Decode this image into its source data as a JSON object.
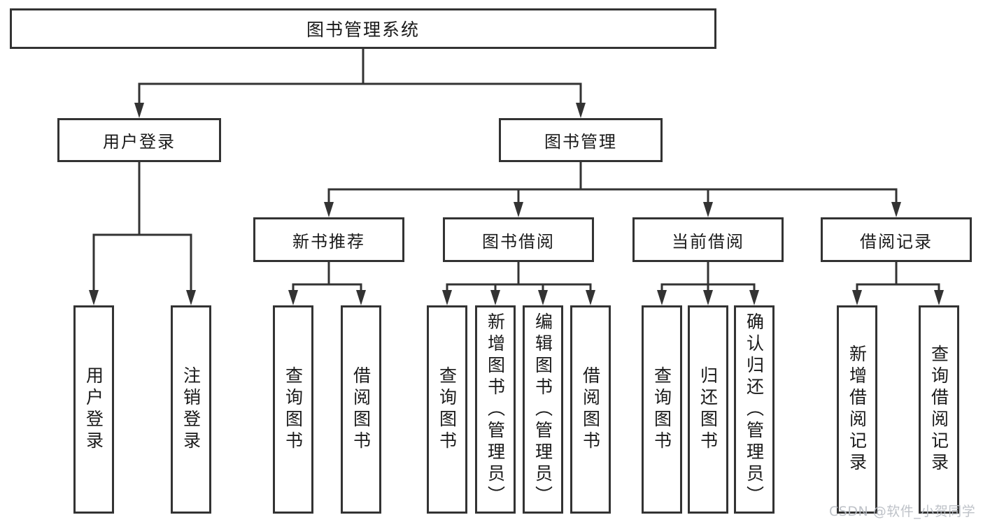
{
  "diagram": {
    "kind": "functional-structure-tree",
    "hierarchy": {
      "图书管理系统": {
        "用户登录": [
          "用户登录",
          "注销登录"
        ],
        "图书管理": {
          "新书推荐": [
            "查询图书",
            "借阅图书"
          ],
          "图书借阅": [
            "查询图书",
            "新增图书（管理员）",
            "编辑图书（管理员）",
            "借阅图书"
          ],
          "当前借阅": [
            "查询图书",
            "归还图书",
            "确认归还（管理员）"
          ],
          "借阅记录": [
            "新增借阅记录",
            "查询借阅记录"
          ]
        }
      }
    }
  },
  "nodes": {
    "root": {
      "label": "图书管理系统"
    },
    "user_login": {
      "label": "用户登录"
    },
    "book_mgmt": {
      "label": "图书管理"
    },
    "new_book": {
      "label": "新书推荐"
    },
    "book_borrow": {
      "label": "图书借阅"
    },
    "current_borrow": {
      "label": "当前借阅"
    },
    "borrow_record": {
      "label": "借阅记录"
    },
    "ul_login": {
      "label": "用户登录"
    },
    "ul_logout": {
      "label": "注销登录"
    },
    "nb_query": {
      "label": "查询图书"
    },
    "nb_borrow": {
      "label": "借阅图书"
    },
    "bb_query": {
      "label": "查询图书"
    },
    "bb_add": {
      "label": "新增图书（管理员）"
    },
    "bb_edit": {
      "label": "编辑图书（管理员）"
    },
    "bb_borrow": {
      "label": "借阅图书"
    },
    "cb_query": {
      "label": "查询图书"
    },
    "cb_return": {
      "label": "归还图书"
    },
    "cb_confirm": {
      "label": "确认归还（管理员）"
    },
    "br_add": {
      "label": "新增借阅记录"
    },
    "br_query": {
      "label": "查询借阅记录"
    }
  },
  "watermark": {
    "text": "CSDN @软件_小贺同学"
  },
  "colors": {
    "line": "#333333",
    "box_border": "#333333",
    "text": "#1a1a1a",
    "background": "#ffffff",
    "watermark": "#b9bdc3"
  }
}
